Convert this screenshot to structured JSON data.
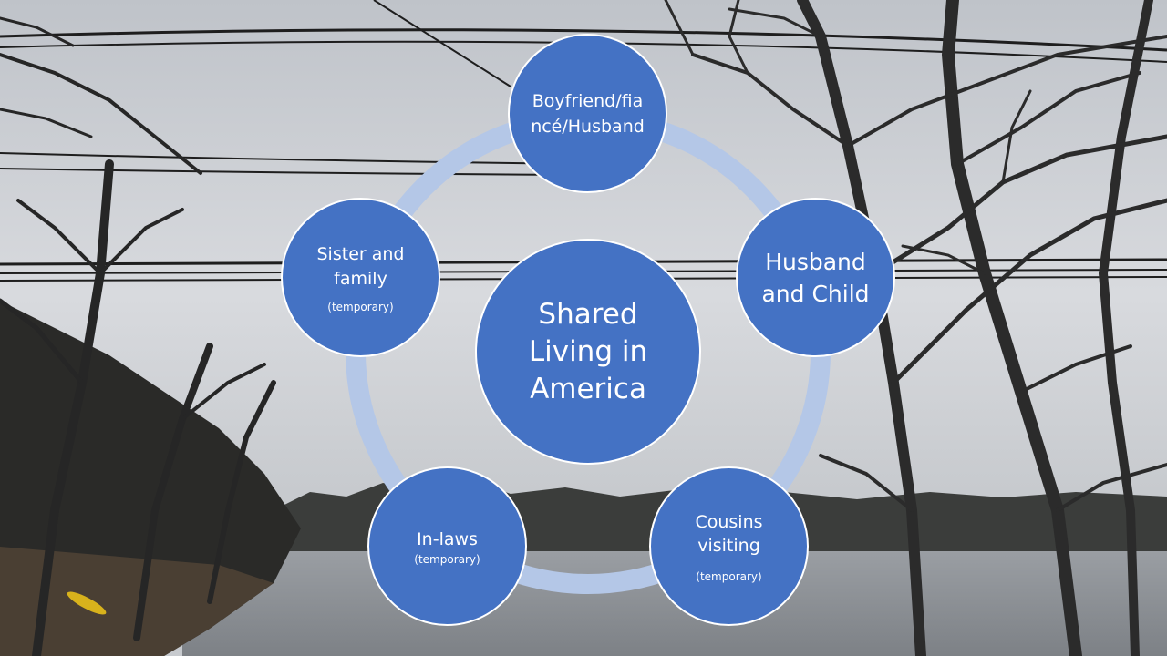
{
  "slide": {
    "center": "Shared Living in America",
    "nodes": {
      "top": {
        "label": "Boyfriend/fiancé/Husband"
      },
      "right": {
        "label": "Husband and Child"
      },
      "bottom_right": {
        "label": "Cousins visiting",
        "note": "(temporary)"
      },
      "bottom_left": {
        "label": "In-laws",
        "note": "(temporary)"
      },
      "left": {
        "label": "Sister and family",
        "note": "(temporary)"
      }
    }
  },
  "colors": {
    "node_fill": "#4472c4",
    "node_border": "#ffffff",
    "cycle_ring": "#b4c7e7",
    "sky": "#c9ccd1",
    "water": "#8e9399",
    "trees": "#2c2c2c"
  }
}
